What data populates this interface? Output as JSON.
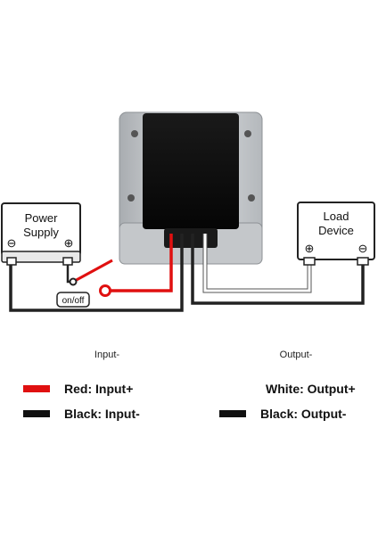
{
  "power_supply": {
    "label_line1": "Power",
    "label_line2": "Supply",
    "minus_symbol": "⊖",
    "plus_symbol": "⊕"
  },
  "load_device": {
    "label_line1": "Load",
    "label_line2": "Device",
    "minus_symbol": "⊖",
    "plus_symbol": "⊕"
  },
  "switch": {
    "label": "on/off"
  },
  "columns": {
    "input_label": "Input-",
    "output_label": "Output-"
  },
  "legend": [
    {
      "text": "Red: Input+",
      "color": "#e01010"
    },
    {
      "text": "Black: Input-",
      "color": "#111111"
    },
    {
      "text": "White: Output+",
      "color": "#ffffff"
    },
    {
      "text": "Black: Output-",
      "color": "#111111"
    }
  ],
  "colors": {
    "wire_red": "#e01010",
    "wire_black": "#222222",
    "wire_white": "#ffffff",
    "housing": "#c9cccf",
    "panel": "#0b0b0b"
  }
}
